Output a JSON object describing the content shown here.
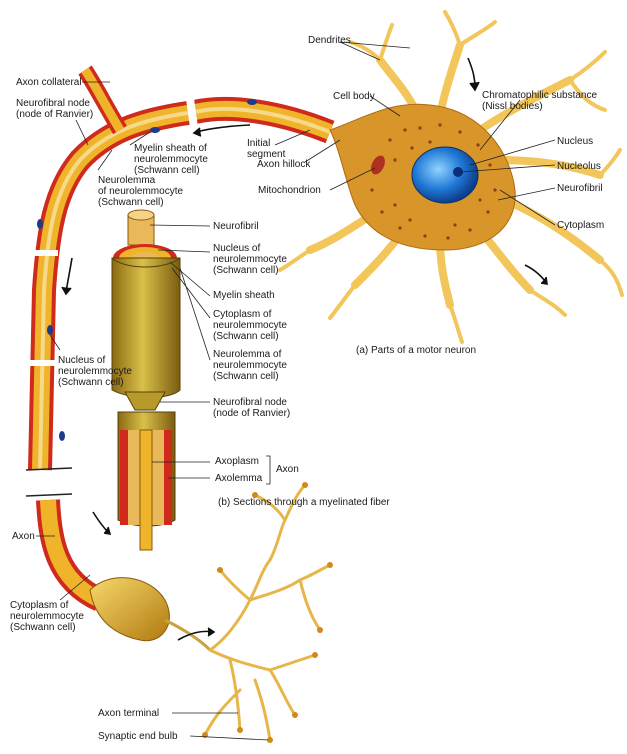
{
  "labels": {
    "dendrites": "Dendrites",
    "axon_collateral": "Axon collateral",
    "node_ranvier_top": "Neurofibral node\n(node of Ranvier)",
    "myelin_sheath_schwann": "Myelin sheath of\nneurolemmocyte\n(Schwann cell)",
    "cell_body": "Cell body",
    "chromatophilic": "Chromatophilic substance\n(Nissl bodies)",
    "initial_segment": "Initial\nsegment",
    "nucleus": "Nucleus",
    "axon_hillock": "Axon hillock",
    "nucleolus": "Nucleolus",
    "neurolemma_top": "Neurolemma\nof neurolemmocyte\n(Schwann cell)",
    "mitochondrion": "Mitochondrion",
    "neurofibril_right": "Neurofibril",
    "cytoplasm_right": "Cytoplasm",
    "neurofibril_b": "Neurofibril",
    "nucleus_of_b": "Nucleus of\nneurolemmocyte\n(Schwann cell)",
    "myelin_sheath_b": "Myelin sheath",
    "cytoplasm_of_b": "Cytoplasm of\nneurolemmocyte\n(Schwann cell)",
    "neurolemma_of_b": "Neurolemma of\nneurolemmocyte\n(Schwann cell)",
    "nucleus_of_left": "Nucleus of\nneurolemmocyte\n(Schwann cell)",
    "node_ranvier_b": "Neurofibral node\n(node of Ranvier)",
    "axoplasm": "Axoplasm",
    "axolemma": "Axolemma",
    "axon_bracket": "Axon",
    "axon_left": "Axon",
    "cytoplasm_of_bottom": "Cytoplasm of\nneurolemmocyte\n(Schwann cell)",
    "axon_terminal": "Axon terminal",
    "synaptic_end_bulb": "Synaptic end bulb"
  },
  "captions": {
    "a": "(a) Parts of a motor neuron",
    "b": "(b) Sections through a myelinated fiber"
  },
  "colors": {
    "myelin": "#f0b42a",
    "neurolemma": "#cf2a1c",
    "dendrite": "#f2c65a",
    "nucleus": "#1f78d6",
    "nucleolus": "#0b2f7a",
    "fiber": "#c8a23a"
  }
}
